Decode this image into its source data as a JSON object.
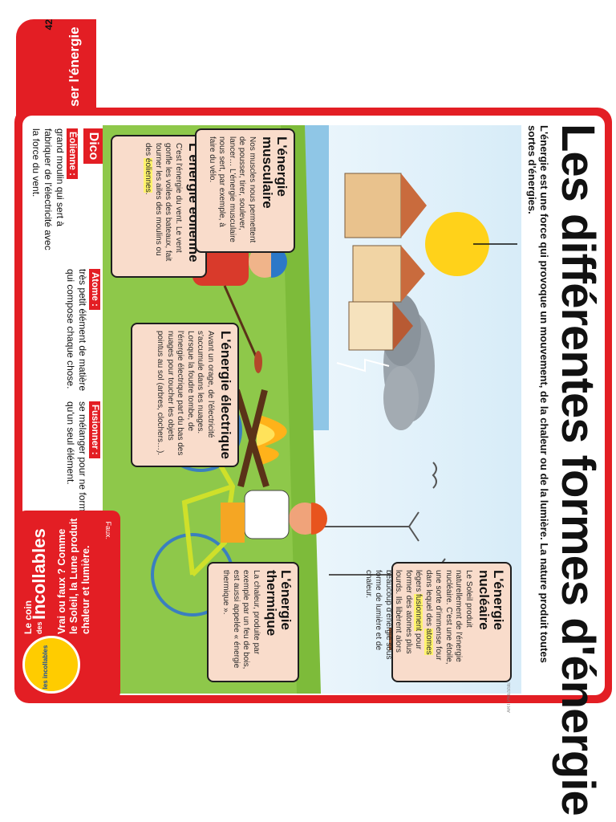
{
  "header_tab": "Économiser l'énergie",
  "page_number": "42",
  "title": "Les différentes formes d'énergie",
  "lead": "L'énergie est une force qui provoque un mouvement, de la chaleur ou de la lumière. La nature produit toutes sortes d'énergies.",
  "credit": "ART PRESSE",
  "boxes": {
    "eolienne": {
      "title": "L'énergie éolienne",
      "text_before": "C'est l'énergie du vent. Le vent gonfle les voiles des bateaux, fait tourner les ailes des moulins ou des ",
      "highlight": "éoliennes",
      "text_after": "."
    },
    "electrique": {
      "title": "L'énergie électrique",
      "text": "Avant un orage, de l'électricité s'accumule dans les nuages. Lorsque la foudre tombe, de l'énergie électrique part du bas des nuages pour toucher les objets pointus au sol (arbres, clochers…)."
    },
    "nucleaire": {
      "title": "L'énergie nucléaire",
      "text_before": "Le Soleil produit naturellement de l'énergie nucléaire. C'est une étoile, une sorte d'immense four dans lequel des ",
      "highlight1": "atomes",
      "text_mid": " légers ",
      "highlight2": "fusionnent",
      "text_after": " pour former des atomes plus lourds. Ils libèrent alors beaucoup d'énergie sous forme de lumière et de chaleur."
    },
    "musculaire": {
      "title": "L'énergie musculaire",
      "text": "Nos muscles nous permettent de pousser, tirer, soulever, lancer… L'énergie musculaire nous sert, par exemple, à faire du vélo."
    },
    "thermique": {
      "title": "L'énergie thermique",
      "text": "La chaleur, produite par exemple par un feu de bois, est aussi appelée « énergie thermique »."
    }
  },
  "dico": {
    "label": "Dico",
    "entries": [
      {
        "term": "Éolienne :",
        "def": "grand moulin qui sert à fabriquer de l'électricité avec la force du vent."
      },
      {
        "term": "Atome :",
        "def": "très petit élément de matière qui compose chaque chose."
      },
      {
        "term": "Fusionner :",
        "def": "se mélanger pour ne former qu'un seul élément."
      }
    ]
  },
  "incollables": {
    "label_top": "Le coin",
    "label_des": "des",
    "brand": "Incollables",
    "badge": "les incollables",
    "question": "Vrai ou faux ? Comme le Soleil, la Lune produit chaleur et lumière.",
    "answer": "Faux."
  },
  "colors": {
    "accent": "#e31e24",
    "box_bg": "#f9dccb",
    "highlight": "#fff36b",
    "sky": "#cfe6f5",
    "grass": "#7dbb3a"
  }
}
